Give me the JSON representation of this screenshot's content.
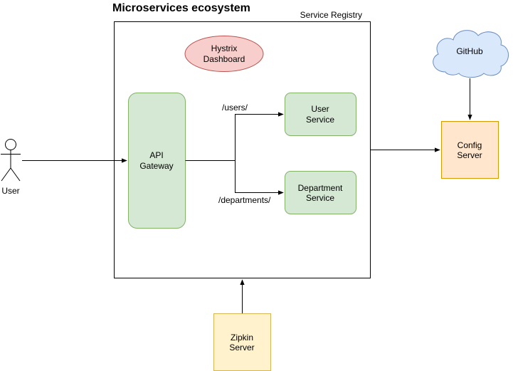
{
  "diagram": {
    "title": "Microservices ecosystem",
    "registry_label": "Service Registry",
    "hystrix": {
      "line1": "Hystrix",
      "line2": "Dashboard"
    },
    "gateway": {
      "line1": "API",
      "line2": "Gateway"
    },
    "user_service": {
      "line1": "User",
      "line2": "Service"
    },
    "department_service": {
      "line1": "Department",
      "line2": "Service"
    },
    "route_users": "/users/",
    "route_departments": "/departments/",
    "user_actor": "User",
    "github": "GitHub",
    "config_server": {
      "line1": "Config",
      "line2": "Server"
    },
    "zipkin_server": {
      "line1": "Zipkin",
      "line2": "Server"
    }
  },
  "colors": {
    "green_fill": "#d5e8d4",
    "green_stroke": "#82b366",
    "red_fill": "#f8cecc",
    "red_stroke": "#b85450",
    "blue_fill": "#dae8fc",
    "blue_stroke": "#6c8ebf",
    "orange_fill": "#ffe6cc",
    "orange_stroke": "#d79b00",
    "yellow_fill": "#fff2cc",
    "yellow_stroke": "#d6b656"
  }
}
